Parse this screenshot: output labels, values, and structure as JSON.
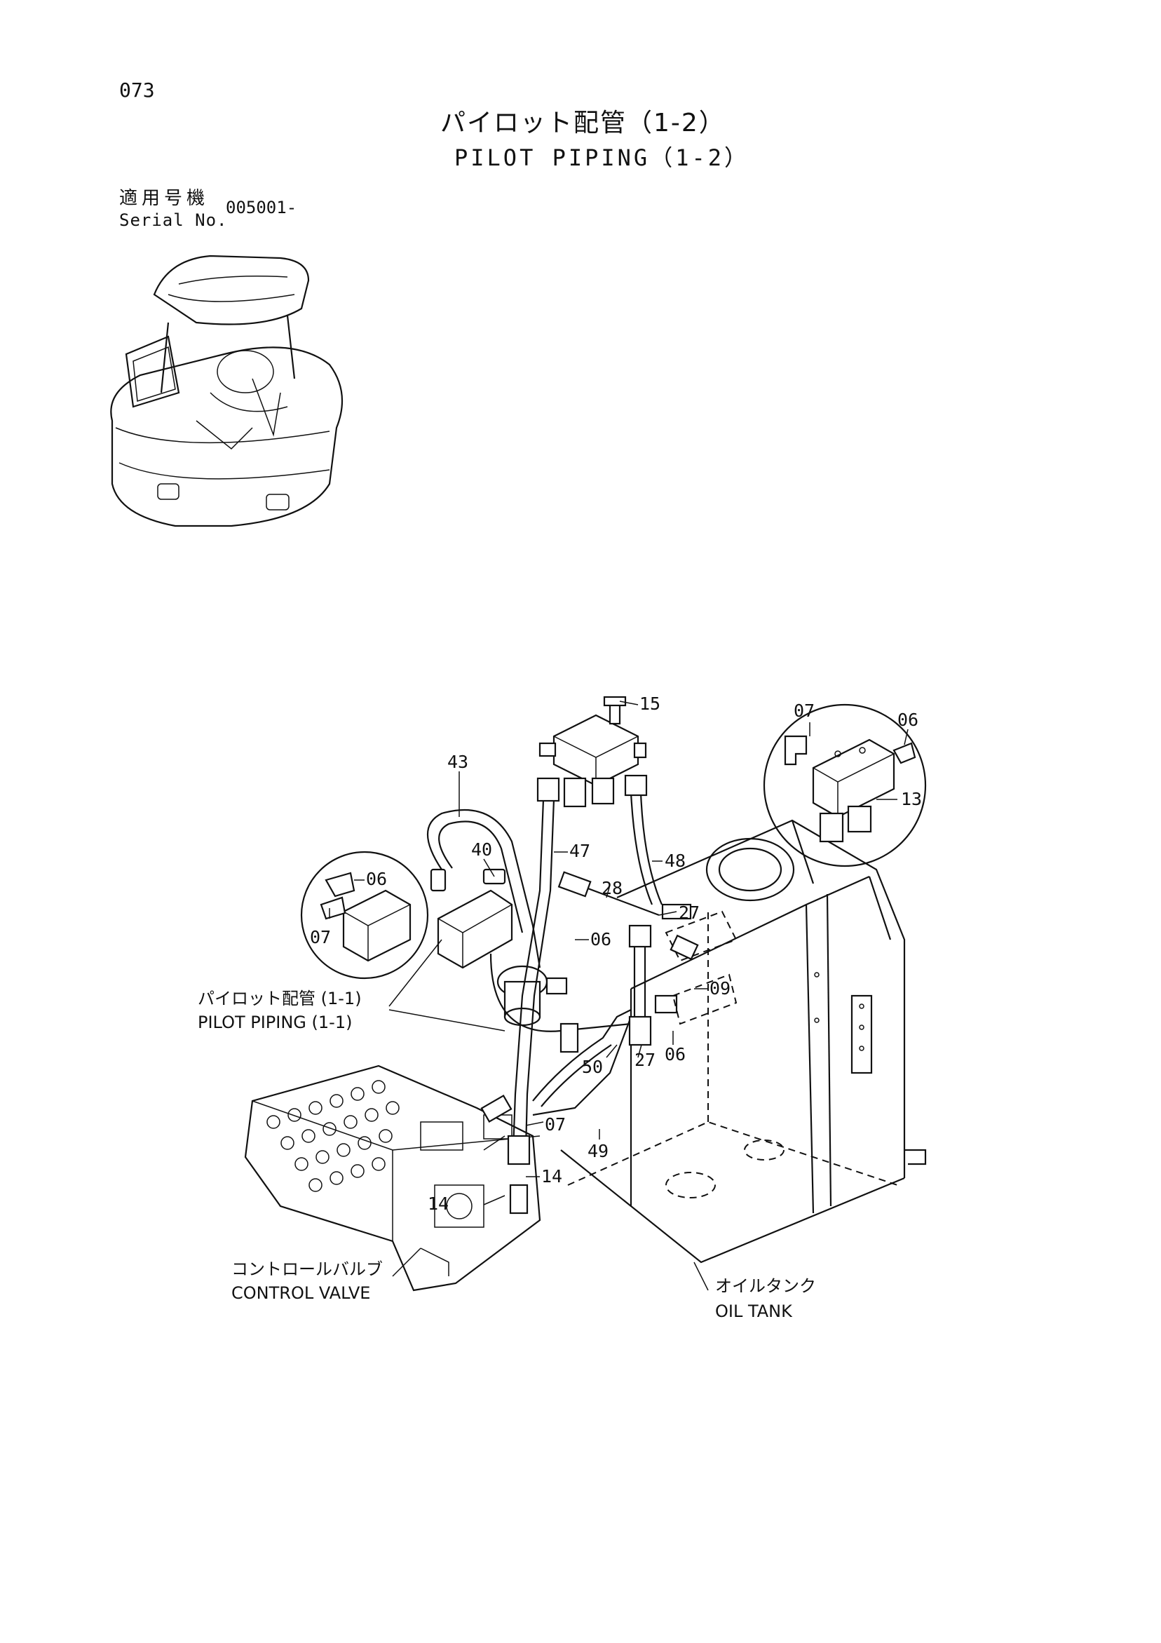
{
  "page_number": "073",
  "title_jp": "パイロット配管（1-2）",
  "title_en": "PILOT PIPING（1-2）",
  "serial": {
    "label_jp": "適用号機",
    "label_en": "Serial No.",
    "value": "005001-"
  },
  "callouts": {
    "pilot_piping_jp": "パイロット配管 (1-1)",
    "pilot_piping_en": "PILOT PIPING (1-1)",
    "control_valve_jp": "コントロールバルブ",
    "control_valve_en": "CONTROL VALVE",
    "oil_tank_jp": "オイルタンク",
    "oil_tank_en": "OIL TANK"
  },
  "part_numbers": {
    "p15": "15",
    "p43": "43",
    "p40": "40",
    "p47": "47",
    "p48": "48",
    "p28": "28",
    "p27a": "27",
    "p06a": "06",
    "p09": "09",
    "p50": "50",
    "p27b": "27",
    "p06b": "06",
    "p07a": "07",
    "p49": "49",
    "p14a": "14",
    "p14b": "14",
    "inset_right_07": "07",
    "inset_right_06": "06",
    "inset_right_13": "13",
    "inset_left_06": "06",
    "inset_left_07": "07"
  }
}
